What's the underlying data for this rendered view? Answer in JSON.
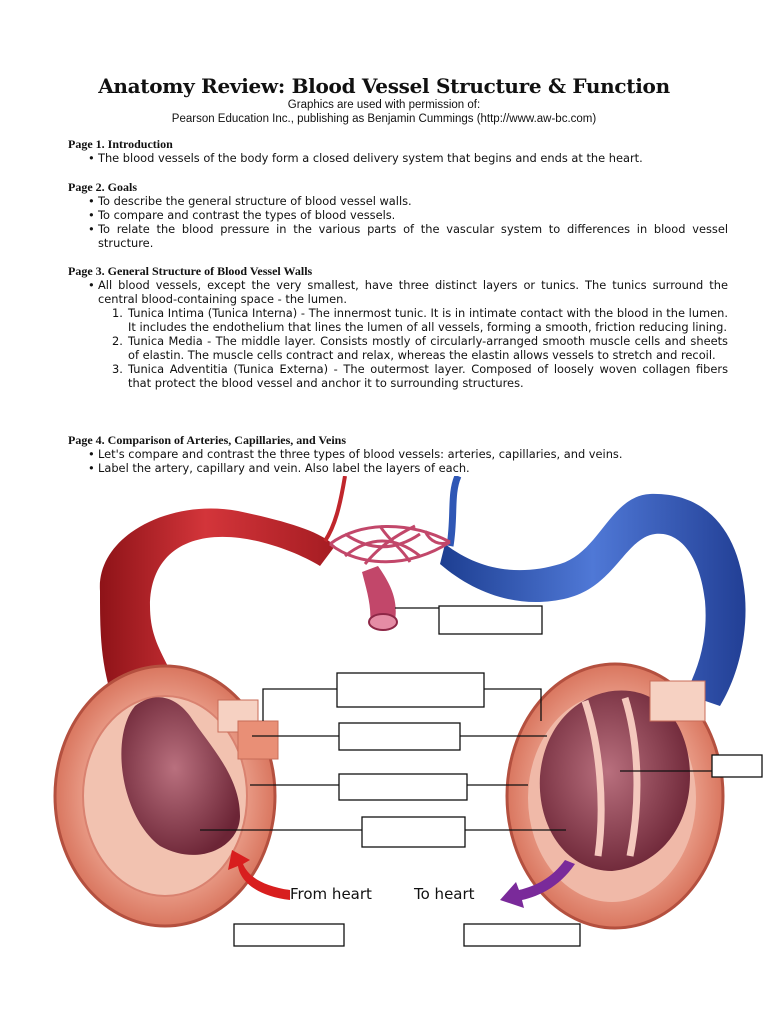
{
  "title": "Anatomy Review: Blood Vessel Structure & Function",
  "credit_line1": "Graphics are used with permission of:",
  "credit_line2": "Pearson Education Inc., publishing as Benjamin Cummings (http://www.aw-bc.com)",
  "sections": {
    "page1": {
      "heading": "Page 1.  Introduction",
      "bullets": [
        "The blood vessels of the body form a closed delivery system that begins and ends at the heart."
      ]
    },
    "page2": {
      "heading": "Page 2.  Goals",
      "bullets": [
        "To describe the general structure of blood vessel walls.",
        "To compare and contrast the types of blood vessels.",
        "To relate the blood pressure in the various parts of the vascular system to differences in blood vessel structure."
      ]
    },
    "page3": {
      "heading": "Page 3.  General Structure of Blood Vessel Walls",
      "bullet": "All blood vessels, except the very smallest, have three distinct layers or tunics.  The tunics surround the central blood-containing space - the lumen.",
      "items": [
        {
          "num": "1.",
          "text": "Tunica Intima (Tunica Interna) - The innermost tunic. It is in intimate contact with the blood in the lumen. It includes the endothelium that lines the lumen of all vessels, forming a smooth, friction reducing lining."
        },
        {
          "num": "2.",
          "text": "Tunica Media - The middle layer.  Consists mostly of circularly-arranged smooth muscle cells and sheets of elastin.  The muscle cells contract and relax, whereas the elastin allows vessels to stretch and recoil."
        },
        {
          "num": "3.",
          "text": "Tunica Adventitia (Tunica Externa) -  The outermost layer.  Composed of loosely woven collagen fibers that protect the blood vessel and anchor it to surrounding structures."
        }
      ]
    },
    "page4": {
      "heading": "Page 4.  Comparison of Arteries, Capillaries, and Veins",
      "bullets": [
        "Let's compare and contrast the three types of blood vessels: arteries, capillaries, and veins.",
        "Label the artery, capillary and vein. Also label the layers of each."
      ]
    }
  },
  "diagram": {
    "from_heart": "From heart",
    "to_heart": "To heart",
    "colors": {
      "artery": "#c0262c",
      "vein": "#2f57b5",
      "capillary": "#c2476a",
      "wall_outer": "#e8a08a",
      "lumen": "#8c3a4a",
      "arrow_red": "#d81e1e",
      "arrow_purple": "#7a2a9a"
    }
  }
}
